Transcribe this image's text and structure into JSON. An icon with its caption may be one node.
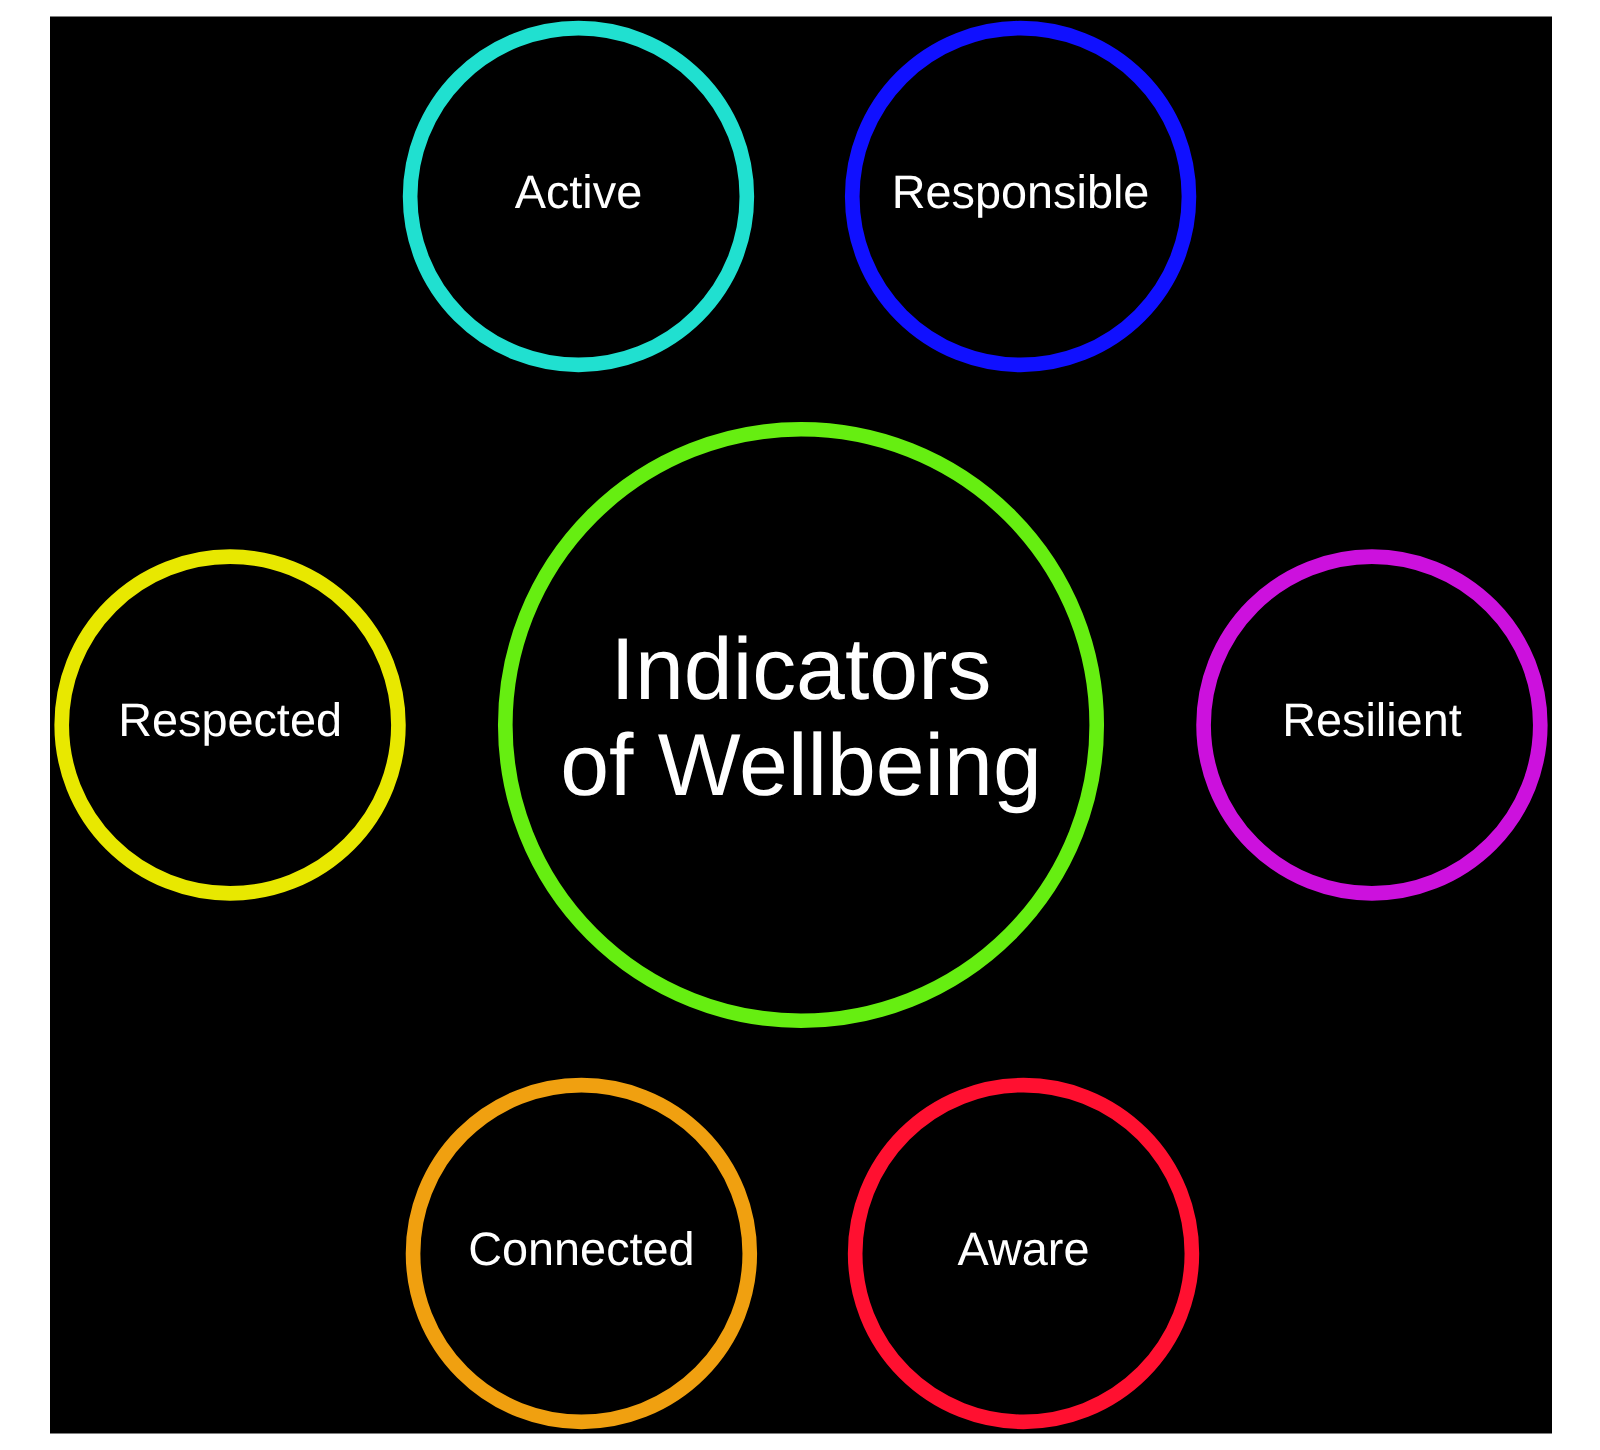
{
  "diagram": {
    "nodes": [
      {
        "text": [
          "Active"
        ]
      },
      {
        "text": [
          "Responsible"
        ]
      },
      {
        "text": [
          "Respected"
        ]
      },
      {
        "text": [
          "Indicators of Wellbeing"
        ]
      },
      {
        "text": [
          "Resilient"
        ]
      },
      {
        "text": [
          "Connected"
        ]
      },
      {
        "text": [
          "Aware"
        ]
      }
    ],
    "edges": []
  }
}
